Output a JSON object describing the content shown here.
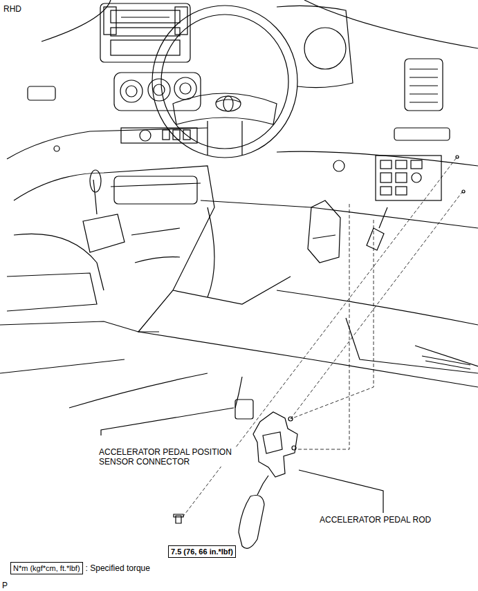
{
  "diagram": {
    "nodes": [
      {
        "text": [
          "7.5 (76, 66 in.*lbf)"
        ]
      },
      {
        "text": [
          "N*m (kgf*cm, ft.*lbf)"
        ]
      }
    ],
    "labels": [
      "RHD",
      "ACCELERATOR PEDAL POSITION SENSOR CONNECTOR",
      "ACCELERATOR PEDAL ROD",
      ": Specified torque",
      "P"
    ]
  }
}
